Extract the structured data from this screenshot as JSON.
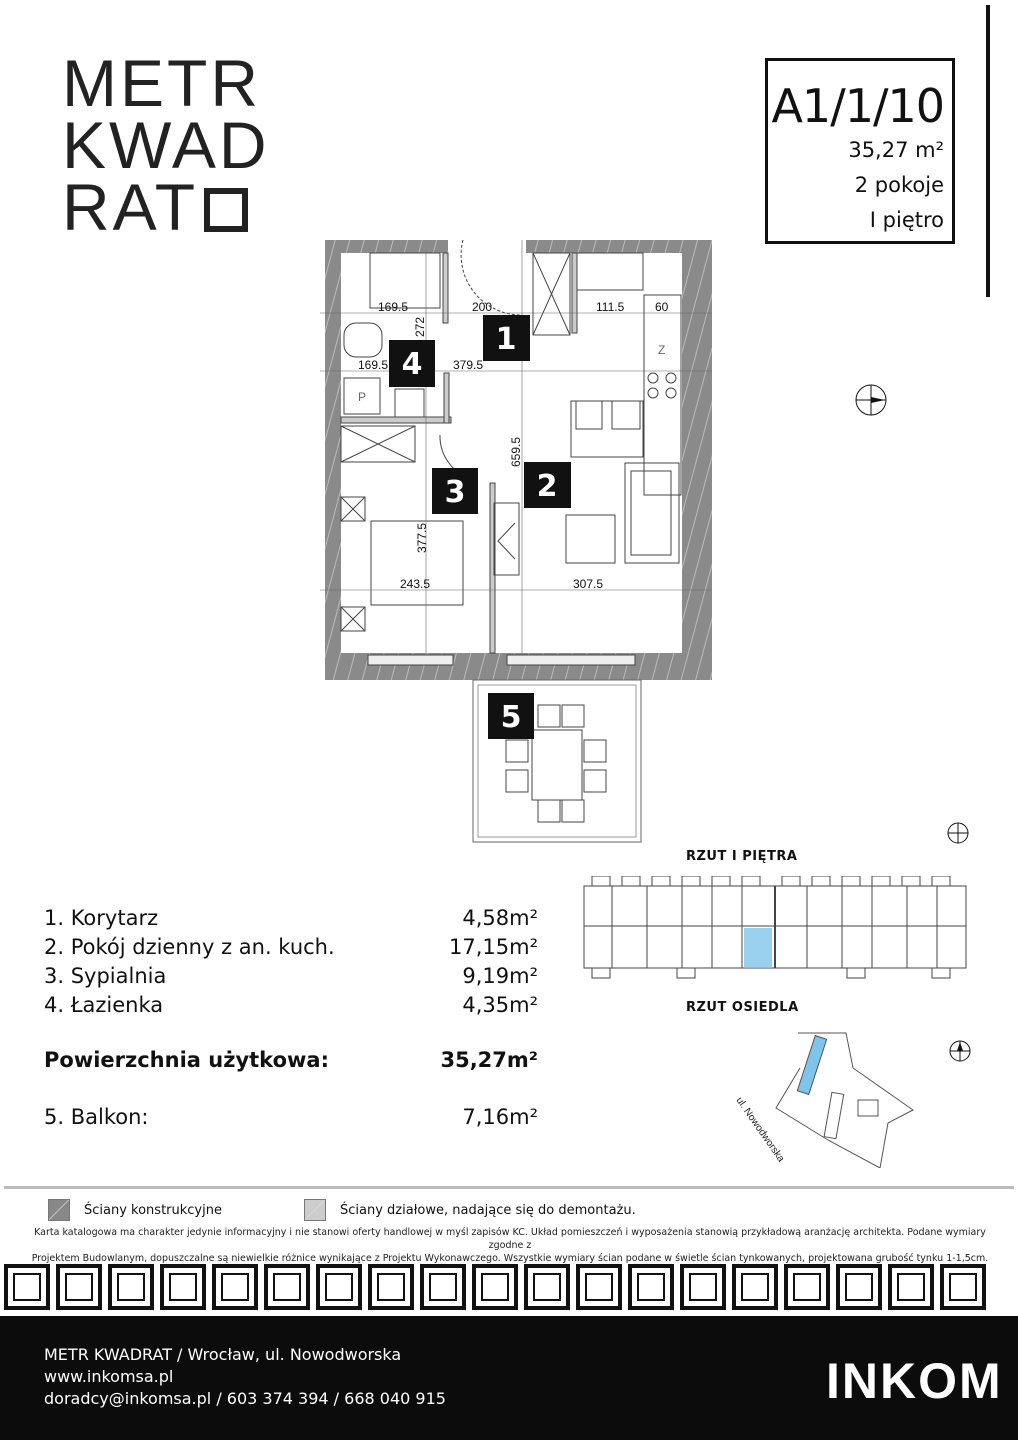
{
  "logo": {
    "line1": "METR",
    "line2": "KWAD",
    "line3": "RAT"
  },
  "unit": {
    "code": "A1/1/10",
    "area": "35,27 m²",
    "rooms": "2 pokoje",
    "floor": "I piętro"
  },
  "plan": {
    "room_labels": [
      "1",
      "2",
      "3",
      "4",
      "5"
    ],
    "dimensions": [
      "169.5",
      "200",
      "111.5",
      "60",
      "272",
      "169.5",
      "379.5",
      "659.5",
      "377.5",
      "243.5",
      "307.5"
    ],
    "appliance_labels": [
      "Z",
      "P"
    ]
  },
  "rooms": [
    {
      "name": "1. Korytarz",
      "area": "4,58m²"
    },
    {
      "name": "2. Pokój dzienny z an. kuch.",
      "area": "17,15m²"
    },
    {
      "name": "3. Sypialnia",
      "area": "9,19m²"
    },
    {
      "name": "4. Łazienka",
      "area": "4,35m²"
    }
  ],
  "total": {
    "label": "Powierzchnia użytkowa:",
    "area": "35,27m²"
  },
  "balcony": {
    "label": "5. Balkon:",
    "area": "7,16m²"
  },
  "keyplan": {
    "floor_title": "RZUT I PIĘTRA",
    "site_title": "RZUT OSIEDLA",
    "street": "ul. Nowodworska",
    "highlight_color": "#7fc4ea"
  },
  "legend": {
    "structural": "Ściany konstrukcyjne",
    "partition": "Ściany działowe, nadające się do demontażu."
  },
  "disclaimer": {
    "line1": "Karta katalogowa ma charakter jedynie informacyjny i nie stanowi oferty handlowej w myśl zapisów KC. Układ pomieszczeń i wyposażenia stanowią przykładową aranżację architekta. Podane wymiary zgodne z",
    "line2": "Projektem Budowlanym, dopuszczalne są niewielkie różnice wynikające z Projektu Wykonawczego. Wszystkie wymiary ścian podane w świetle ścian tynkowanych, projektowana grubość tynku 1-1,5cm."
  },
  "footer": {
    "line1": "METR KWADRAT / Wrocław, ul. Nowodworska",
    "line2": "www.inkomsa.pl",
    "line3": "doradcy@inkomsa.pl / 603 374 394 / 668 040 915",
    "brand": "INKOM"
  }
}
